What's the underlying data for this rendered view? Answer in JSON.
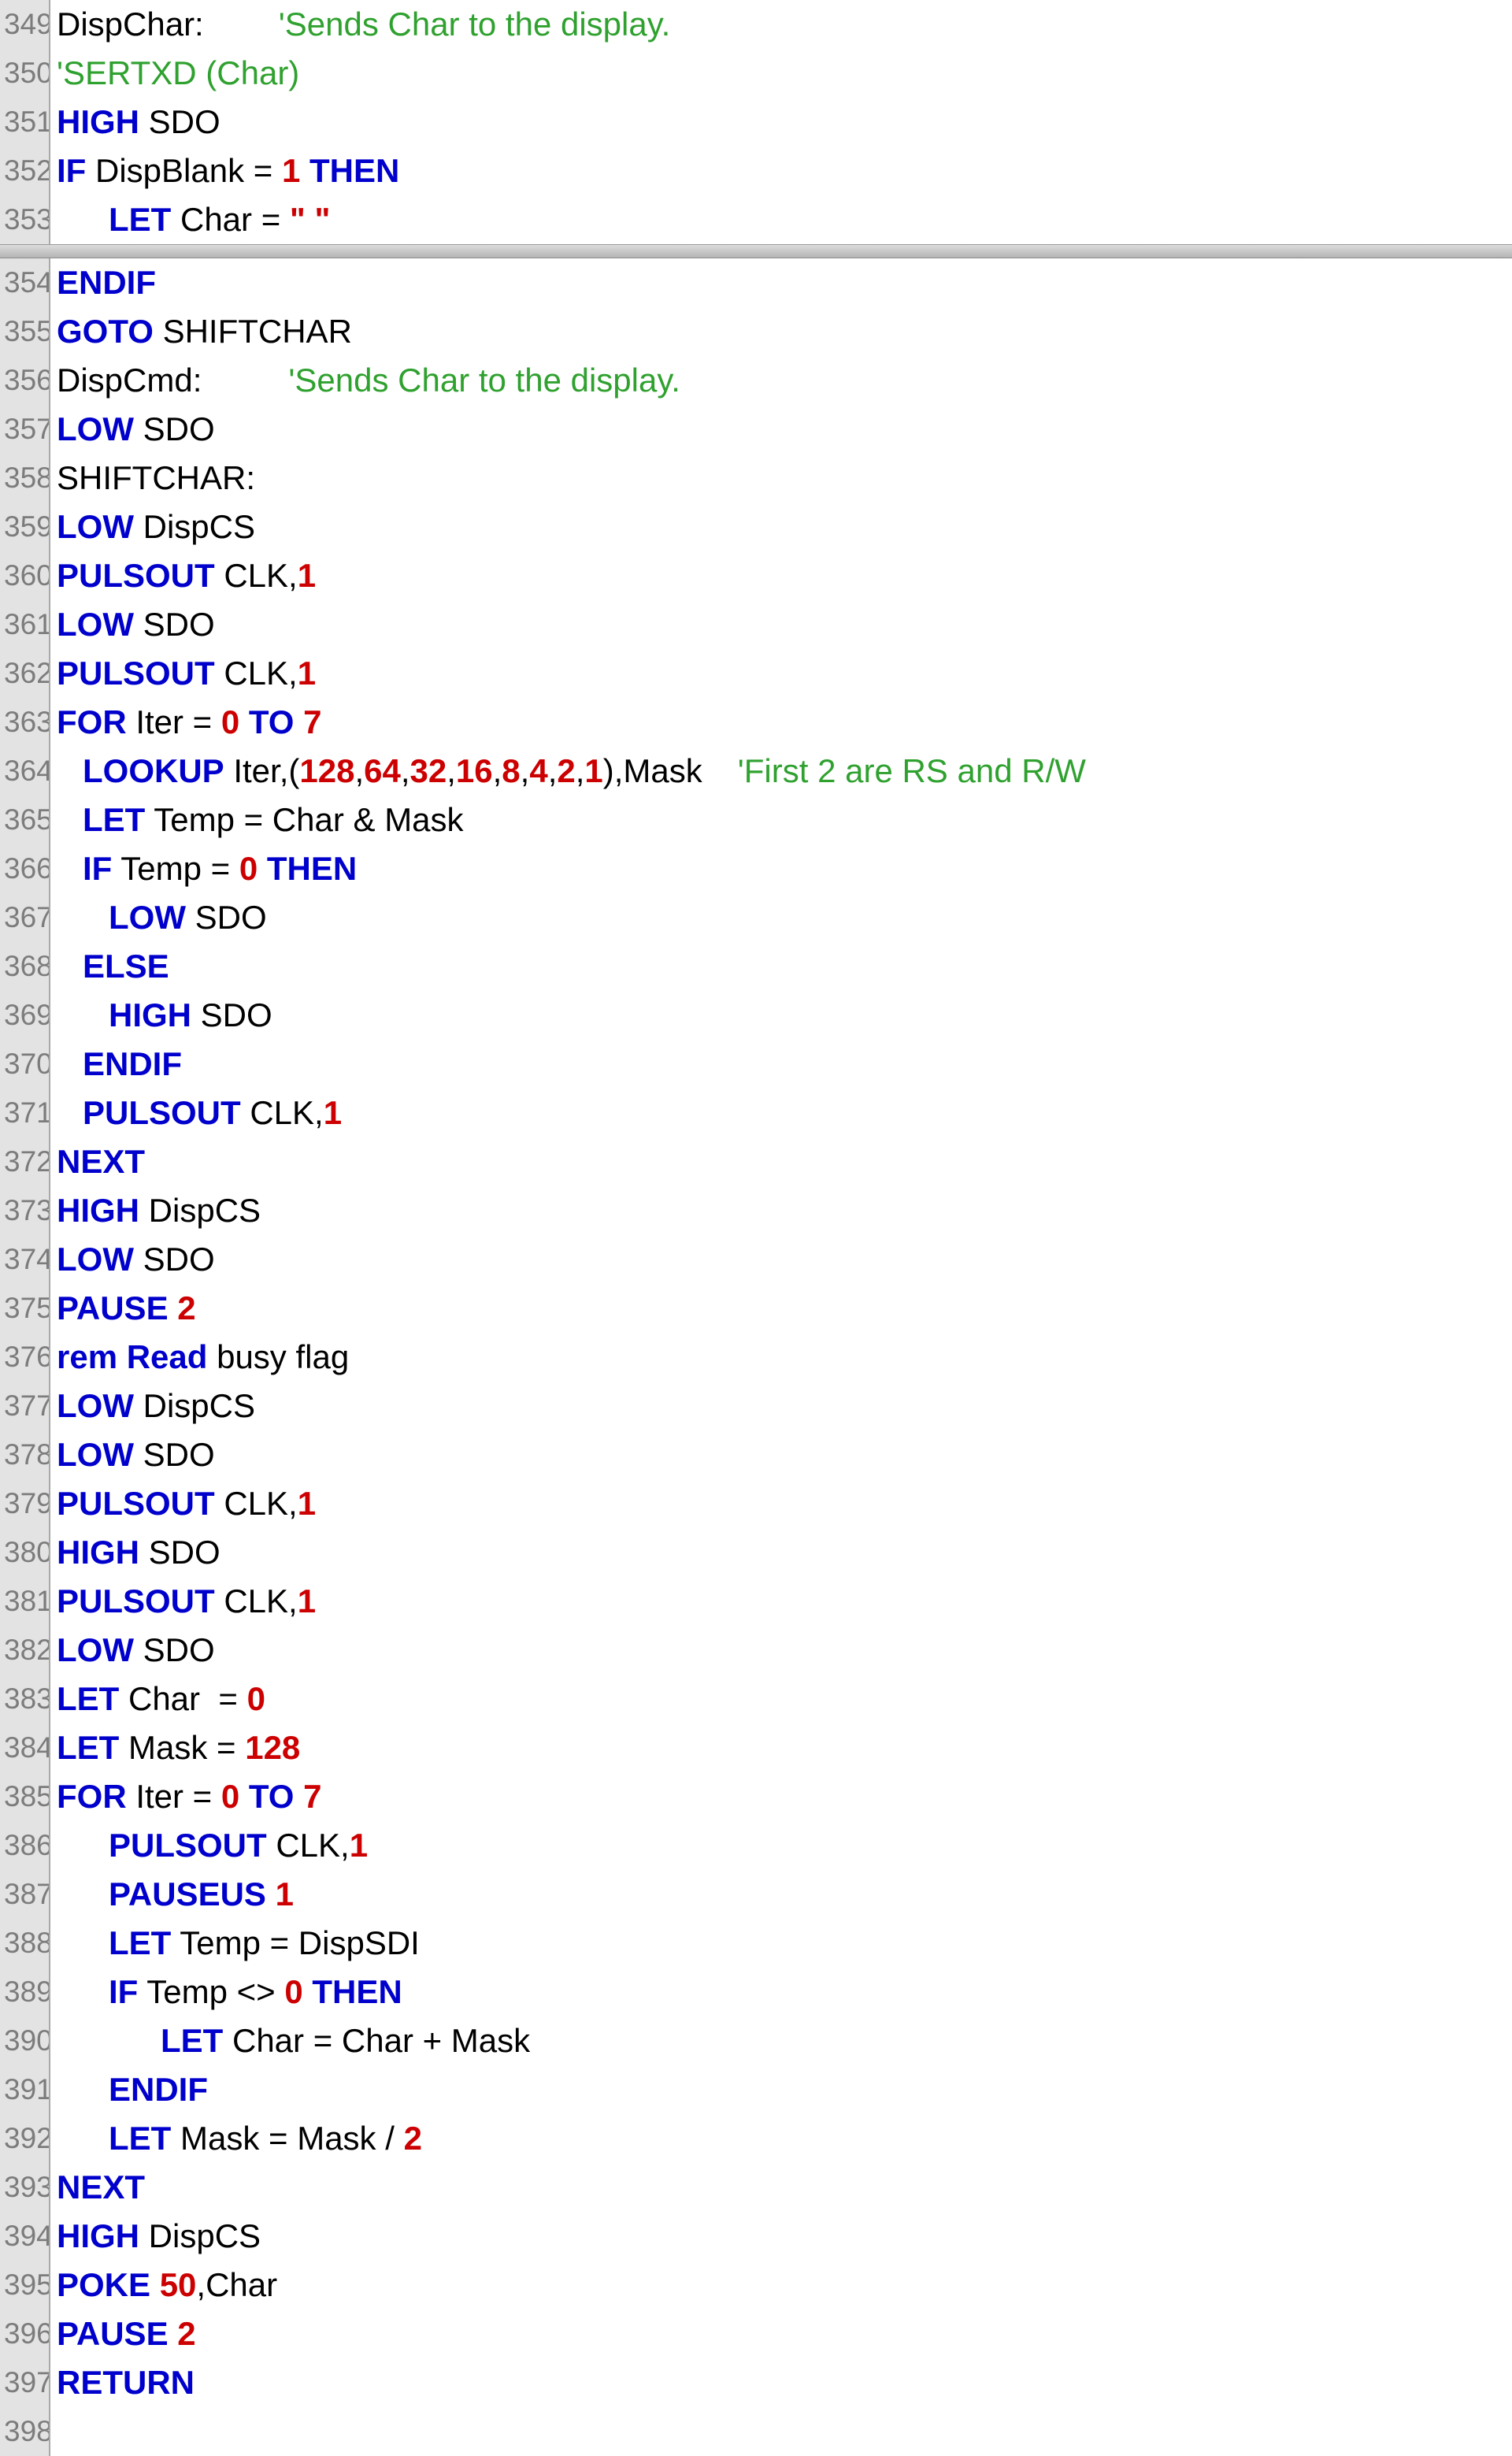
{
  "editor": {
    "background": "#FFFFFF",
    "gutter_bg": "#E3E3E3",
    "gutter_border": "#A9A9A9",
    "line_number_color": "#7C7C7C",
    "colors": {
      "kw": "#0000CC",
      "num": "#CC0000",
      "str": "#CC0000",
      "cmt": "#2FA12F",
      "txt": "#000000"
    }
  },
  "code": {
    "divider_after": 353,
    "lines": [
      {
        "n": 349,
        "indent": 0,
        "tokens": [
          {
            "t": "txt",
            "s": "DispChar:"
          },
          {
            "t": "sp",
            "w": 95
          },
          {
            "t": "cmt",
            "s": "'Sends Char to the display."
          }
        ]
      },
      {
        "n": 350,
        "indent": 0,
        "tokens": [
          {
            "t": "cmt",
            "s": "'SERTXD (Char)"
          }
        ]
      },
      {
        "n": 351,
        "indent": 0,
        "tokens": [
          {
            "t": "kw",
            "s": "HIGH"
          },
          {
            "t": "txt",
            "s": " SDO"
          }
        ]
      },
      {
        "n": 352,
        "indent": 0,
        "tokens": [
          {
            "t": "kw",
            "s": "IF"
          },
          {
            "t": "txt",
            "s": " DispBlank = "
          },
          {
            "t": "num",
            "s": "1"
          },
          {
            "t": "kw",
            "s": " THEN"
          }
        ]
      },
      {
        "n": 353,
        "indent": 2,
        "tokens": [
          {
            "t": "kw",
            "s": "LET"
          },
          {
            "t": "txt",
            "s": " Char = "
          },
          {
            "t": "str",
            "s": "\" \""
          }
        ]
      },
      {
        "n": 354,
        "indent": 0,
        "tokens": [
          {
            "t": "kw",
            "s": "ENDIF"
          }
        ]
      },
      {
        "n": 355,
        "indent": 0,
        "tokens": [
          {
            "t": "kw",
            "s": "GOTO"
          },
          {
            "t": "txt",
            "s": " SHIFTCHAR"
          }
        ]
      },
      {
        "n": 356,
        "indent": 0,
        "tokens": [
          {
            "t": "txt",
            "s": "DispCmd:"
          },
          {
            "t": "sp",
            "w": 110
          },
          {
            "t": "cmt",
            "s": "'Sends Char to the display."
          }
        ]
      },
      {
        "n": 357,
        "indent": 0,
        "tokens": [
          {
            "t": "kw",
            "s": "LOW"
          },
          {
            "t": "txt",
            "s": " SDO"
          }
        ]
      },
      {
        "n": 358,
        "indent": 0,
        "tokens": [
          {
            "t": "txt",
            "s": "SHIFTCHAR:"
          }
        ]
      },
      {
        "n": 359,
        "indent": 0,
        "tokens": [
          {
            "t": "kw",
            "s": "LOW"
          },
          {
            "t": "txt",
            "s": " DispCS"
          }
        ]
      },
      {
        "n": 360,
        "indent": 0,
        "tokens": [
          {
            "t": "kw",
            "s": "PULSOUT"
          },
          {
            "t": "txt",
            "s": " CLK,"
          },
          {
            "t": "num",
            "s": "1"
          }
        ]
      },
      {
        "n": 361,
        "indent": 0,
        "tokens": [
          {
            "t": "kw",
            "s": "LOW"
          },
          {
            "t": "txt",
            "s": " SDO"
          }
        ]
      },
      {
        "n": 362,
        "indent": 0,
        "tokens": [
          {
            "t": "kw",
            "s": "PULSOUT"
          },
          {
            "t": "txt",
            "s": " CLK,"
          },
          {
            "t": "num",
            "s": "1"
          }
        ]
      },
      {
        "n": 363,
        "indent": 0,
        "tokens": [
          {
            "t": "kw",
            "s": "FOR"
          },
          {
            "t": "txt",
            "s": " Iter = "
          },
          {
            "t": "num",
            "s": "0"
          },
          {
            "t": "kw",
            "s": " TO "
          },
          {
            "t": "num",
            "s": "7"
          }
        ]
      },
      {
        "n": 364,
        "indent": 1,
        "tokens": [
          {
            "t": "kw",
            "s": "LOOKUP"
          },
          {
            "t": "txt",
            "s": " Iter,("
          },
          {
            "t": "num",
            "s": "128"
          },
          {
            "t": "txt",
            "s": ","
          },
          {
            "t": "num",
            "s": "64"
          },
          {
            "t": "txt",
            "s": ","
          },
          {
            "t": "num",
            "s": "32"
          },
          {
            "t": "txt",
            "s": ","
          },
          {
            "t": "num",
            "s": "16"
          },
          {
            "t": "txt",
            "s": ","
          },
          {
            "t": "num",
            "s": "8"
          },
          {
            "t": "txt",
            "s": ","
          },
          {
            "t": "num",
            "s": "4"
          },
          {
            "t": "txt",
            "s": ","
          },
          {
            "t": "num",
            "s": "2"
          },
          {
            "t": "txt",
            "s": ","
          },
          {
            "t": "num",
            "s": "1"
          },
          {
            "t": "txt",
            "s": "),Mask"
          },
          {
            "t": "sp",
            "w": 45
          },
          {
            "t": "cmt",
            "s": "'First 2 are RS and R/W"
          }
        ]
      },
      {
        "n": 365,
        "indent": 1,
        "tokens": [
          {
            "t": "kw",
            "s": "LET"
          },
          {
            "t": "txt",
            "s": " Temp = Char & Mask"
          }
        ]
      },
      {
        "n": 366,
        "indent": 1,
        "tokens": [
          {
            "t": "kw",
            "s": "IF"
          },
          {
            "t": "txt",
            "s": " Temp = "
          },
          {
            "t": "num",
            "s": "0"
          },
          {
            "t": "kw",
            "s": " THEN"
          }
        ]
      },
      {
        "n": 367,
        "indent": 2,
        "tokens": [
          {
            "t": "kw",
            "s": "LOW"
          },
          {
            "t": "txt",
            "s": " SDO"
          }
        ]
      },
      {
        "n": 368,
        "indent": 1,
        "tokens": [
          {
            "t": "kw",
            "s": "ELSE"
          }
        ]
      },
      {
        "n": 369,
        "indent": 2,
        "tokens": [
          {
            "t": "kw",
            "s": "HIGH"
          },
          {
            "t": "txt",
            "s": " SDO"
          }
        ]
      },
      {
        "n": 370,
        "indent": 1,
        "tokens": [
          {
            "t": "kw",
            "s": "ENDIF"
          }
        ]
      },
      {
        "n": 371,
        "indent": 1,
        "tokens": [
          {
            "t": "kw",
            "s": "PULSOUT"
          },
          {
            "t": "txt",
            "s": " CLK,"
          },
          {
            "t": "num",
            "s": "1"
          }
        ]
      },
      {
        "n": 372,
        "indent": 0,
        "tokens": [
          {
            "t": "kw",
            "s": "NEXT"
          }
        ]
      },
      {
        "n": 373,
        "indent": 0,
        "tokens": [
          {
            "t": "kw",
            "s": "HIGH"
          },
          {
            "t": "txt",
            "s": " DispCS"
          }
        ]
      },
      {
        "n": 374,
        "indent": 0,
        "tokens": [
          {
            "t": "kw",
            "s": "LOW"
          },
          {
            "t": "txt",
            "s": " SDO"
          }
        ]
      },
      {
        "n": 375,
        "indent": 0,
        "tokens": [
          {
            "t": "kw",
            "s": "PAUSE "
          },
          {
            "t": "num",
            "s": "2"
          }
        ]
      },
      {
        "n": 376,
        "indent": 0,
        "tokens": [
          {
            "t": "kw",
            "s": "rem Read"
          },
          {
            "t": "txt",
            "s": " busy flag"
          }
        ]
      },
      {
        "n": 377,
        "indent": 0,
        "tokens": [
          {
            "t": "kw",
            "s": "LOW"
          },
          {
            "t": "txt",
            "s": " DispCS"
          }
        ]
      },
      {
        "n": 378,
        "indent": 0,
        "tokens": [
          {
            "t": "kw",
            "s": "LOW"
          },
          {
            "t": "txt",
            "s": " SDO"
          }
        ]
      },
      {
        "n": 379,
        "indent": 0,
        "tokens": [
          {
            "t": "kw",
            "s": "PULSOUT"
          },
          {
            "t": "txt",
            "s": " CLK,"
          },
          {
            "t": "num",
            "s": "1"
          }
        ]
      },
      {
        "n": 380,
        "indent": 0,
        "tokens": [
          {
            "t": "kw",
            "s": "HIGH"
          },
          {
            "t": "txt",
            "s": " SDO"
          }
        ]
      },
      {
        "n": 381,
        "indent": 0,
        "tokens": [
          {
            "t": "kw",
            "s": "PULSOUT"
          },
          {
            "t": "txt",
            "s": " CLK,"
          },
          {
            "t": "num",
            "s": "1"
          }
        ]
      },
      {
        "n": 382,
        "indent": 0,
        "tokens": [
          {
            "t": "kw",
            "s": "LOW"
          },
          {
            "t": "txt",
            "s": " SDO"
          }
        ]
      },
      {
        "n": 383,
        "indent": 0,
        "tokens": [
          {
            "t": "kw",
            "s": "LET"
          },
          {
            "t": "txt",
            "s": " Char  = "
          },
          {
            "t": "num",
            "s": "0"
          }
        ]
      },
      {
        "n": 384,
        "indent": 0,
        "tokens": [
          {
            "t": "kw",
            "s": "LET"
          },
          {
            "t": "txt",
            "s": " Mask = "
          },
          {
            "t": "num",
            "s": "128"
          }
        ]
      },
      {
        "n": 385,
        "indent": 0,
        "tokens": [
          {
            "t": "kw",
            "s": "FOR"
          },
          {
            "t": "txt",
            "s": " Iter = "
          },
          {
            "t": "num",
            "s": "0"
          },
          {
            "t": "kw",
            "s": " TO "
          },
          {
            "t": "num",
            "s": "7"
          }
        ]
      },
      {
        "n": 386,
        "indent": 2,
        "tokens": [
          {
            "t": "kw",
            "s": "PULSOUT"
          },
          {
            "t": "txt",
            "s": " CLK,"
          },
          {
            "t": "num",
            "s": "1"
          }
        ]
      },
      {
        "n": 387,
        "indent": 2,
        "tokens": [
          {
            "t": "kw",
            "s": "PAUSEUS "
          },
          {
            "t": "num",
            "s": "1"
          }
        ]
      },
      {
        "n": 388,
        "indent": 2,
        "tokens": [
          {
            "t": "kw",
            "s": "LET"
          },
          {
            "t": "txt",
            "s": " Temp = DispSDI"
          }
        ]
      },
      {
        "n": 389,
        "indent": 2,
        "tokens": [
          {
            "t": "kw",
            "s": "IF"
          },
          {
            "t": "txt",
            "s": " Temp <> "
          },
          {
            "t": "num",
            "s": "0"
          },
          {
            "t": "kw",
            "s": " THEN"
          }
        ]
      },
      {
        "n": 390,
        "indent": 4,
        "tokens": [
          {
            "t": "kw",
            "s": "LET"
          },
          {
            "t": "txt",
            "s": " Char = Char + Mask"
          }
        ]
      },
      {
        "n": 391,
        "indent": 2,
        "tokens": [
          {
            "t": "kw",
            "s": "ENDIF"
          }
        ]
      },
      {
        "n": 392,
        "indent": 2,
        "tokens": [
          {
            "t": "kw",
            "s": "LET"
          },
          {
            "t": "txt",
            "s": " Mask = Mask / "
          },
          {
            "t": "num",
            "s": "2"
          }
        ]
      },
      {
        "n": 393,
        "indent": 0,
        "tokens": [
          {
            "t": "kw",
            "s": "NEXT"
          }
        ]
      },
      {
        "n": 394,
        "indent": 0,
        "tokens": [
          {
            "t": "kw",
            "s": "HIGH"
          },
          {
            "t": "txt",
            "s": " DispCS"
          }
        ]
      },
      {
        "n": 395,
        "indent": 0,
        "tokens": [
          {
            "t": "kw",
            "s": "POKE "
          },
          {
            "t": "num",
            "s": "50"
          },
          {
            "t": "txt",
            "s": ",Char"
          }
        ]
      },
      {
        "n": 396,
        "indent": 0,
        "tokens": [
          {
            "t": "kw",
            "s": "PAUSE "
          },
          {
            "t": "num",
            "s": "2"
          }
        ]
      },
      {
        "n": 397,
        "indent": 0,
        "tokens": [
          {
            "t": "kw",
            "s": "RETURN"
          }
        ]
      },
      {
        "n": 398,
        "indent": 0,
        "tokens": []
      }
    ]
  }
}
